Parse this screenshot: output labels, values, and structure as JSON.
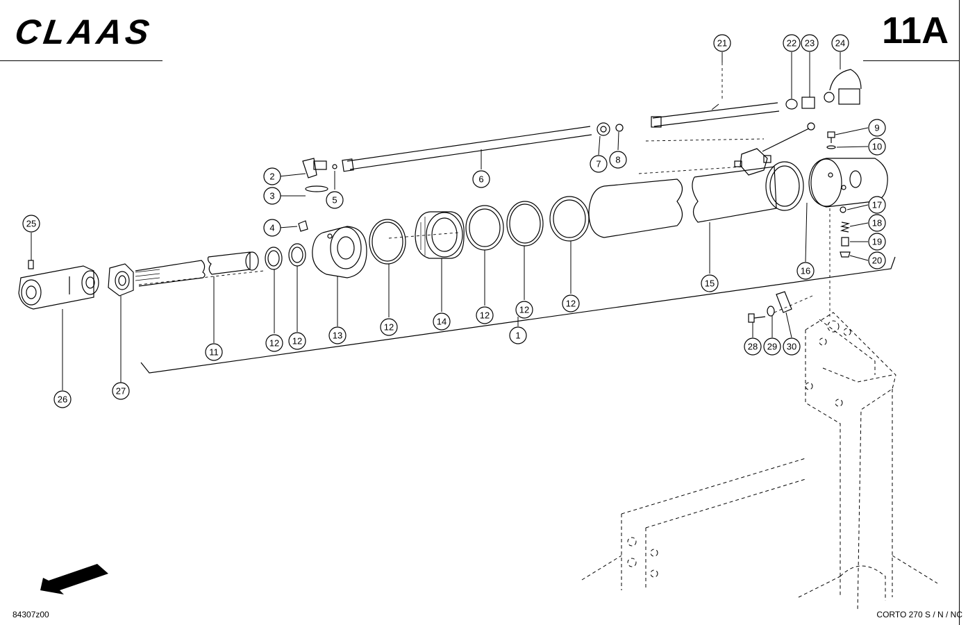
{
  "header": {
    "logo_text": "CLAAS",
    "page_number": "11A"
  },
  "footer": {
    "drawing_id": "84307z00",
    "model": "CORTO 270 S / N / NC"
  },
  "callouts": {
    "c1": "1",
    "c2": "2",
    "c3": "3",
    "c4": "4",
    "c5": "5",
    "c6": "6",
    "c7": "7",
    "c8": "8",
    "c9": "9",
    "c10": "10",
    "c11": "11",
    "c12a": "12",
    "c12b": "12",
    "c12c": "12",
    "c12d": "12",
    "c12e": "12",
    "c12f": "12",
    "c13": "13",
    "c14": "14",
    "c15": "15",
    "c16": "16",
    "c17": "17",
    "c18": "18",
    "c19": "19",
    "c20": "20",
    "c21": "21",
    "c22": "22",
    "c23": "23",
    "c24": "24",
    "c25": "25",
    "c26": "26",
    "c27": "27",
    "c28": "28",
    "c29": "29",
    "c30": "30"
  },
  "icons": {
    "direction": "arrow-left-down-icon"
  }
}
